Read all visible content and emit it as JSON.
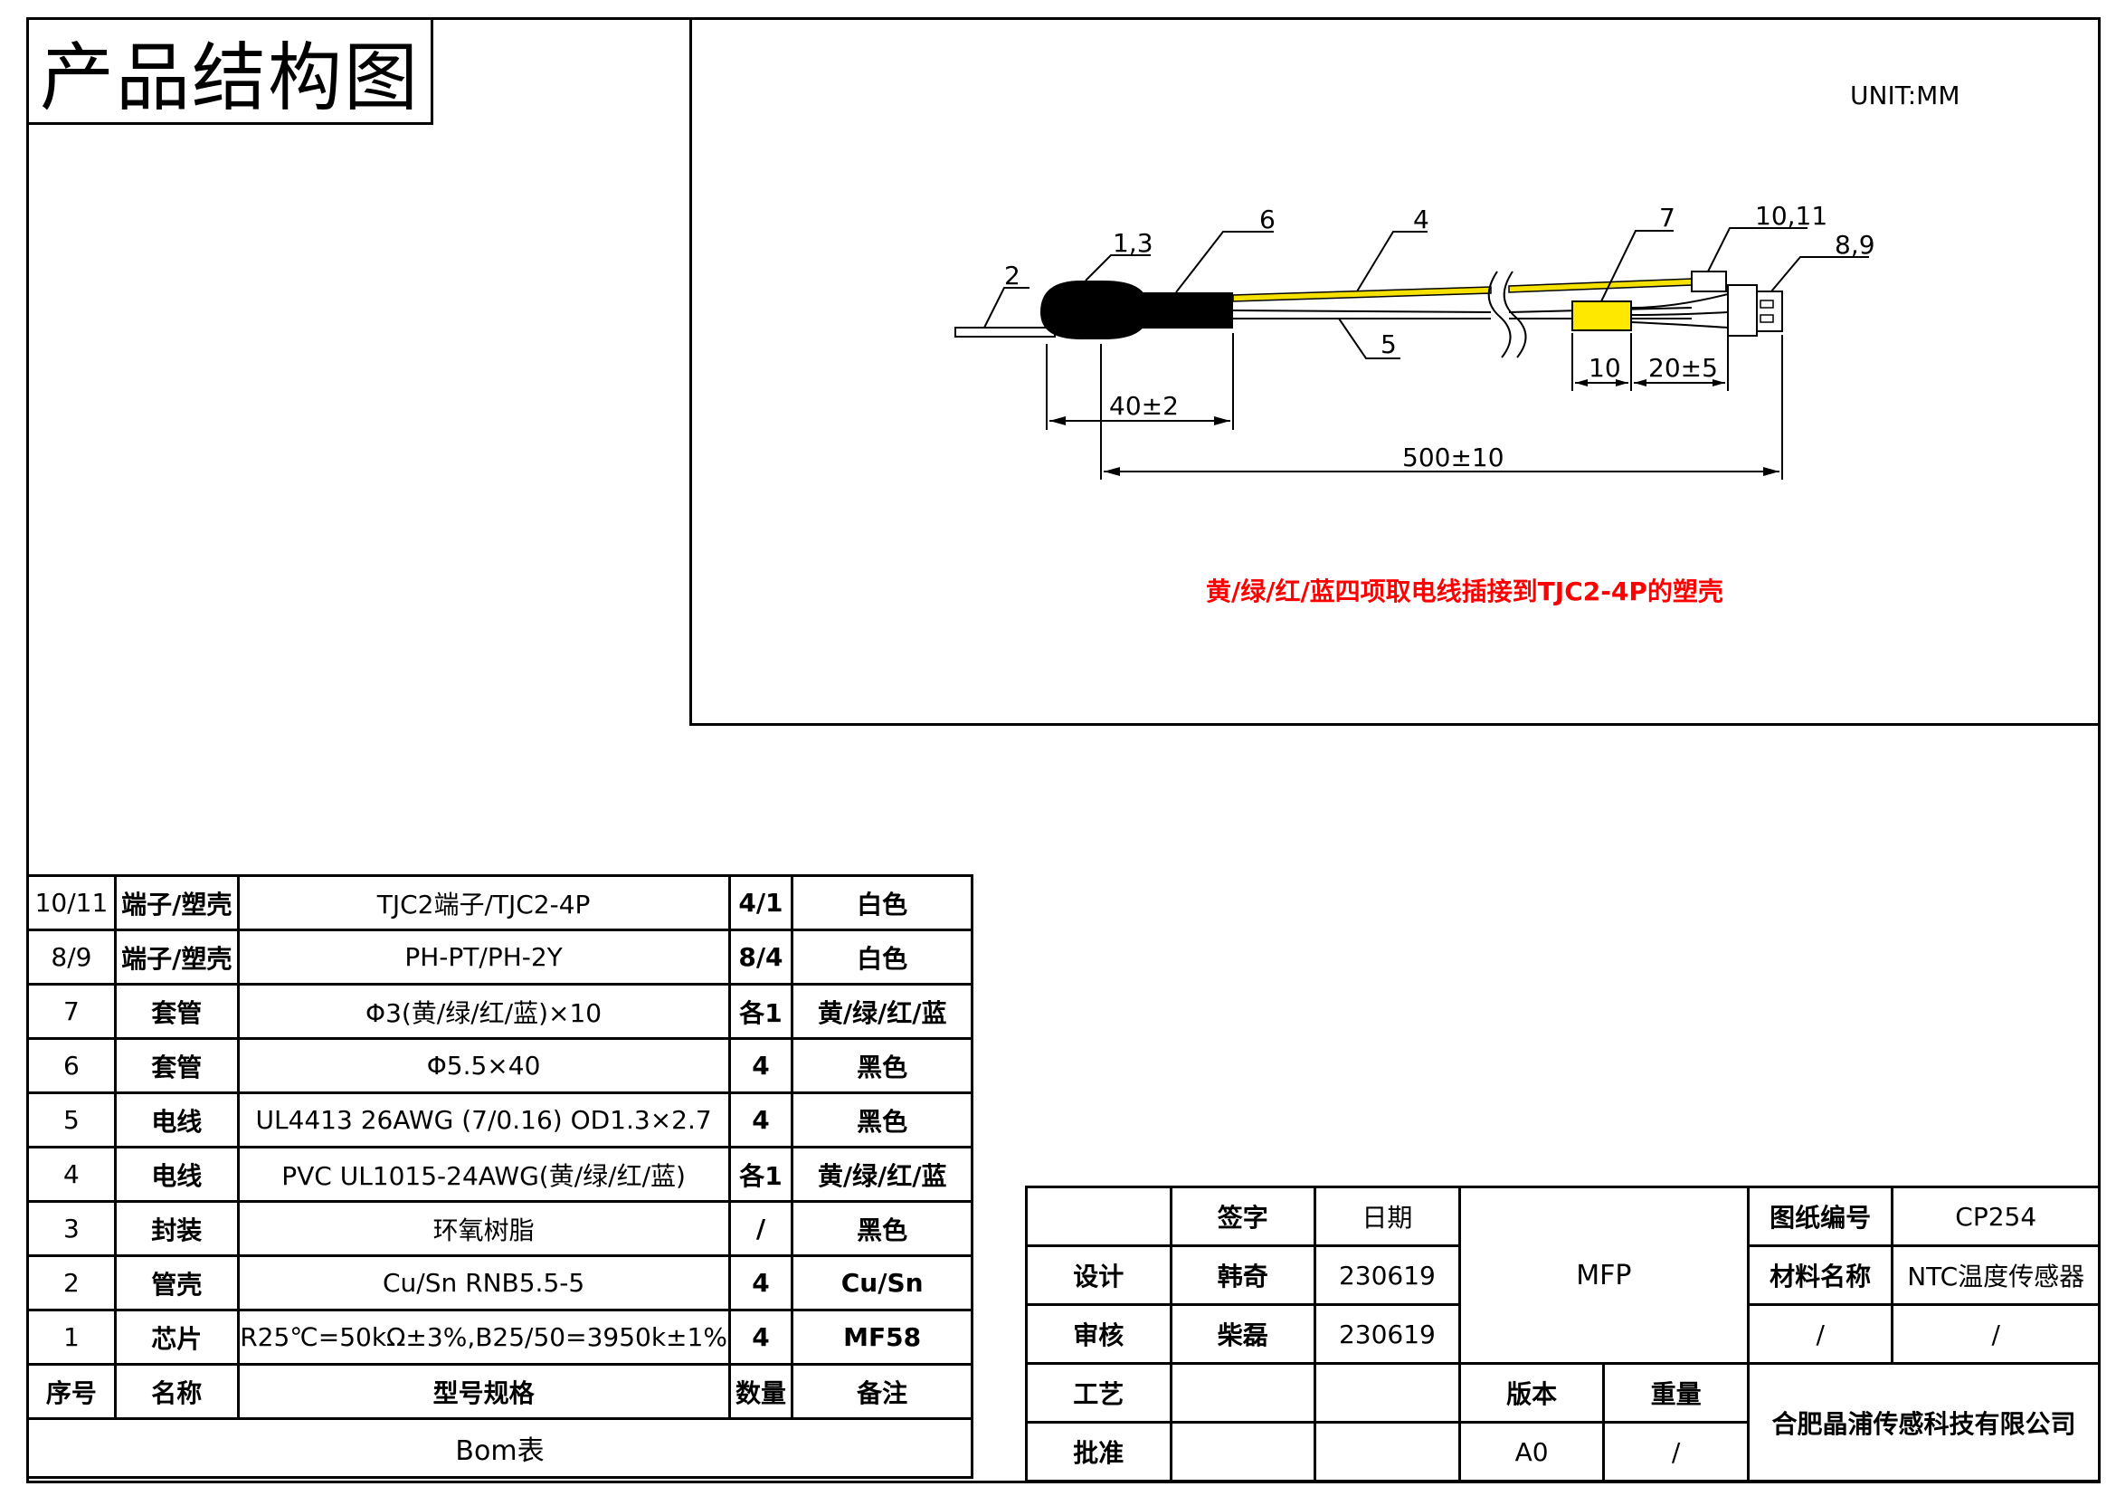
{
  "page_title": "产品结构图",
  "unit": "UNIT:MM",
  "callouts": {
    "c1_3": "1,3",
    "c2": "2",
    "c6": "6",
    "c4": "4",
    "c5": "5",
    "c7": "7",
    "c10_11": "10,11",
    "c8_9": "8,9"
  },
  "dimensions": {
    "d40": "40±2",
    "d500": "500±10",
    "d10": "10",
    "d20": "20±5"
  },
  "note": "黄/绿/红/蓝四项取电线插接到TJC2-4P的塑壳",
  "colors": {
    "sleeve_black": "#000000",
    "wire_yellow": "#f5e100",
    "tube_yellow": "#ffe800",
    "note_red": "#ff0000"
  },
  "bom": {
    "rows": [
      [
        "10/11",
        "端子/塑壳",
        "TJC2端子/TJC2-4P",
        "4/1",
        "白色"
      ],
      [
        "8/9",
        "端子/塑壳",
        "PH-PT/PH-2Y",
        "8/4",
        "白色"
      ],
      [
        "7",
        "套管",
        "Φ3(黄/绿/红/蓝)×10",
        "各1",
        "黄/绿/红/蓝"
      ],
      [
        "6",
        "套管",
        "Φ5.5×40",
        "4",
        "黑色"
      ],
      [
        "5",
        "电线",
        "UL4413 26AWG (7/0.16) OD1.3×2.7",
        "4",
        "黑色"
      ],
      [
        "4",
        "电线",
        "PVC UL1015-24AWG(黄/绿/红/蓝)",
        "各1",
        "黄/绿/红/蓝"
      ],
      [
        "3",
        "封装",
        "环氧树脂",
        "/",
        "黑色"
      ],
      [
        "2",
        "管壳",
        "Cu/Sn RNB5.5-5",
        "4",
        "Cu/Sn"
      ],
      [
        "1",
        "芯片",
        "R25℃=50kΩ±3%,B25/50=3950k±1%",
        "4",
        "MF58"
      ]
    ],
    "header": [
      "序号",
      "名称",
      "型号规格",
      "数量",
      "备注"
    ],
    "footer": "Bom表"
  },
  "title_block": {
    "h_sign": "签字",
    "h_date": "日期",
    "design_label": "设计",
    "design_sign": "韩奇",
    "design_date": "230619",
    "review_label": "审核",
    "review_sign": "柴磊",
    "review_date": "230619",
    "process_label": "工艺",
    "approve_label": "批准",
    "center": "MFP",
    "version_label": "版本",
    "weight_label": "重量",
    "version": "A0",
    "weight": "/",
    "drawing_no_label": "图纸编号",
    "drawing_no": "CP254",
    "material_label": "材料名称",
    "material": "NTC温度传感器",
    "slash1": "/",
    "slash2": "/",
    "company": "合肥晶浦传感科技有限公司"
  }
}
